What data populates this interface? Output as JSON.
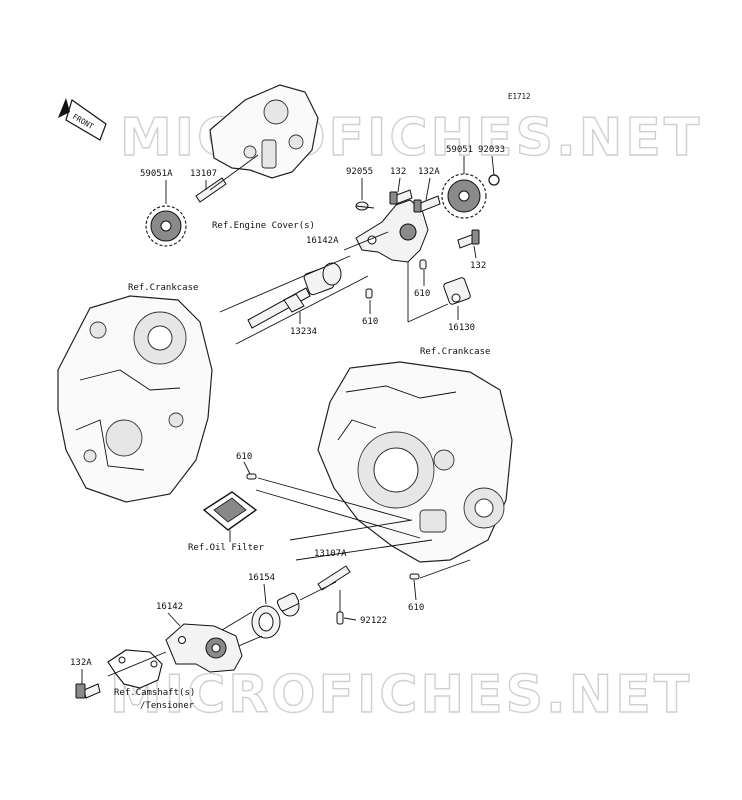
{
  "diagram_id": "E1712",
  "watermark": "MICROFICHES.NET",
  "front_arrow_label": "FRONT",
  "labels": {
    "p59051A": "59051A",
    "p13107": "13107",
    "refEngineCover": "Ref.Engine Cover(s)",
    "p92055": "92055",
    "p132_top": "132",
    "p132A_top": "132A",
    "p59051": "59051",
    "p92033": "92033",
    "p16142A": "16142A",
    "p132_right": "132",
    "p610_right": "610",
    "p16130": "16130",
    "refCrankcaseLeft": "Ref.Crankcase",
    "p610_mid": "610",
    "p13234": "13234",
    "refCrankcaseRight": "Ref.Crankcase",
    "p610_filter": "610",
    "refOilFilter": "Ref.Oil Filter",
    "p13107A": "13107A",
    "p16154": "16154",
    "p610_lower": "610",
    "p16142": "16142",
    "p92122": "92122",
    "p132A_bottom": "132A",
    "refCamshaft": "Ref.Camshaft(s)",
    "refTensioner": "/Tensioner"
  }
}
